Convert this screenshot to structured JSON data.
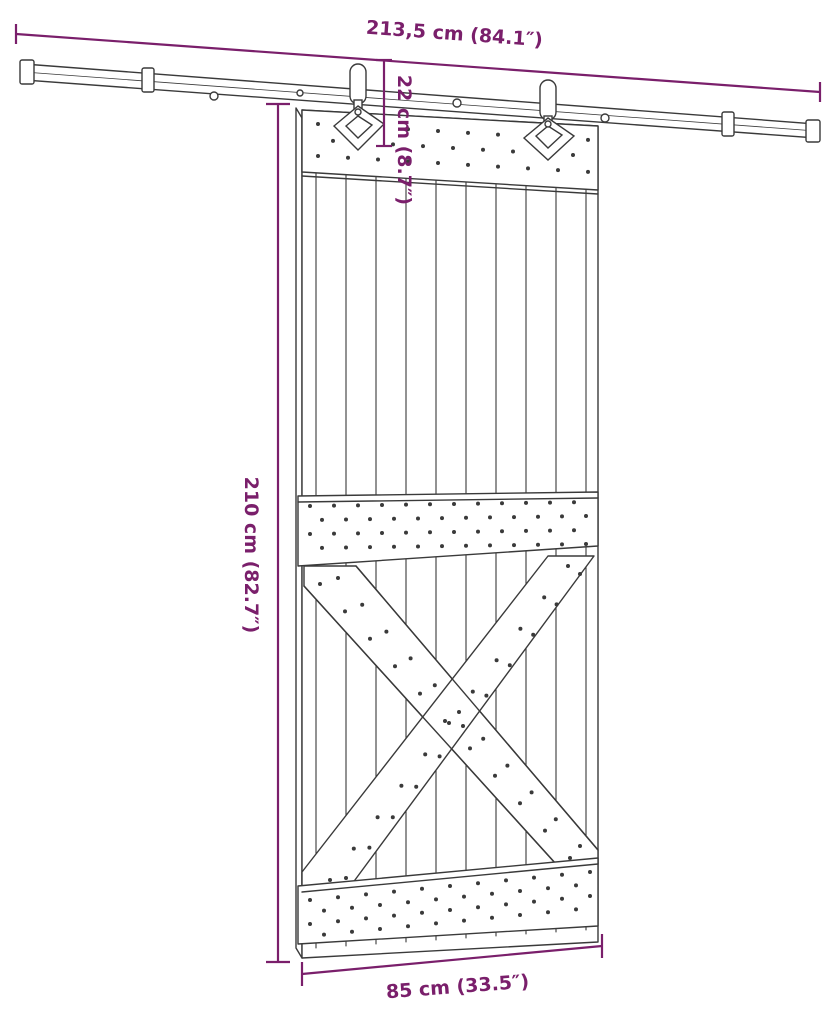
{
  "dimensions": {
    "rail_length": "213,5 cm (84.1″)",
    "hanger_height": "22 cm (8.7″)",
    "door_height": "210 cm (82.7″)",
    "door_width": "85 cm (33.5″)"
  },
  "colors": {
    "dimension": "#7a1f6b",
    "outline": "#3a3a3a",
    "background": "#ffffff"
  }
}
